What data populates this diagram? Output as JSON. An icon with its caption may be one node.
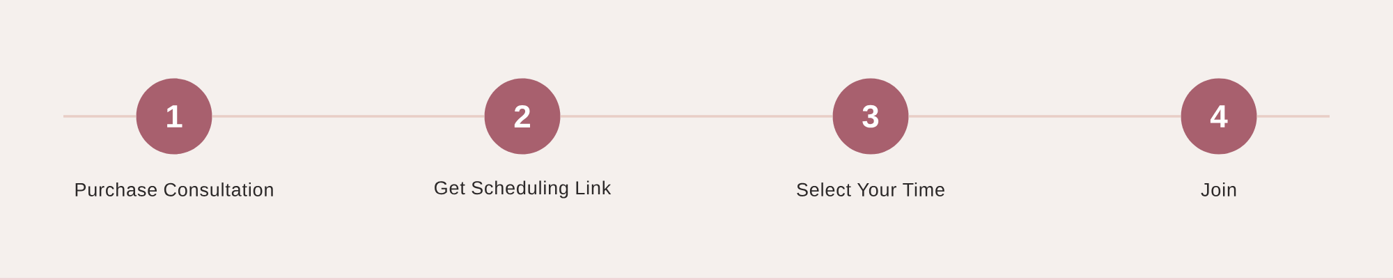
{
  "diagram": {
    "nodes": [
      {
        "text": [
          "1"
        ],
        "beside": [
          "Purchase Consultation"
        ]
      },
      {
        "text": [
          "2"
        ],
        "beside": [
          "Get Scheduling Link"
        ]
      },
      {
        "text": [
          "3"
        ],
        "beside": [
          "Select Your Time"
        ]
      },
      {
        "text": [
          "4"
        ],
        "beside": [
          "Join"
        ]
      }
    ],
    "edges": [
      {
        "from": null,
        "to": 0,
        "arrow": "none"
      },
      {
        "from": 0,
        "to": 1,
        "arrow": "none"
      },
      {
        "from": 1,
        "to": 2,
        "arrow": "none"
      },
      {
        "from": 2,
        "to": 3,
        "arrow": "none"
      },
      {
        "from": 3,
        "to": null,
        "arrow": "none"
      }
    ]
  }
}
